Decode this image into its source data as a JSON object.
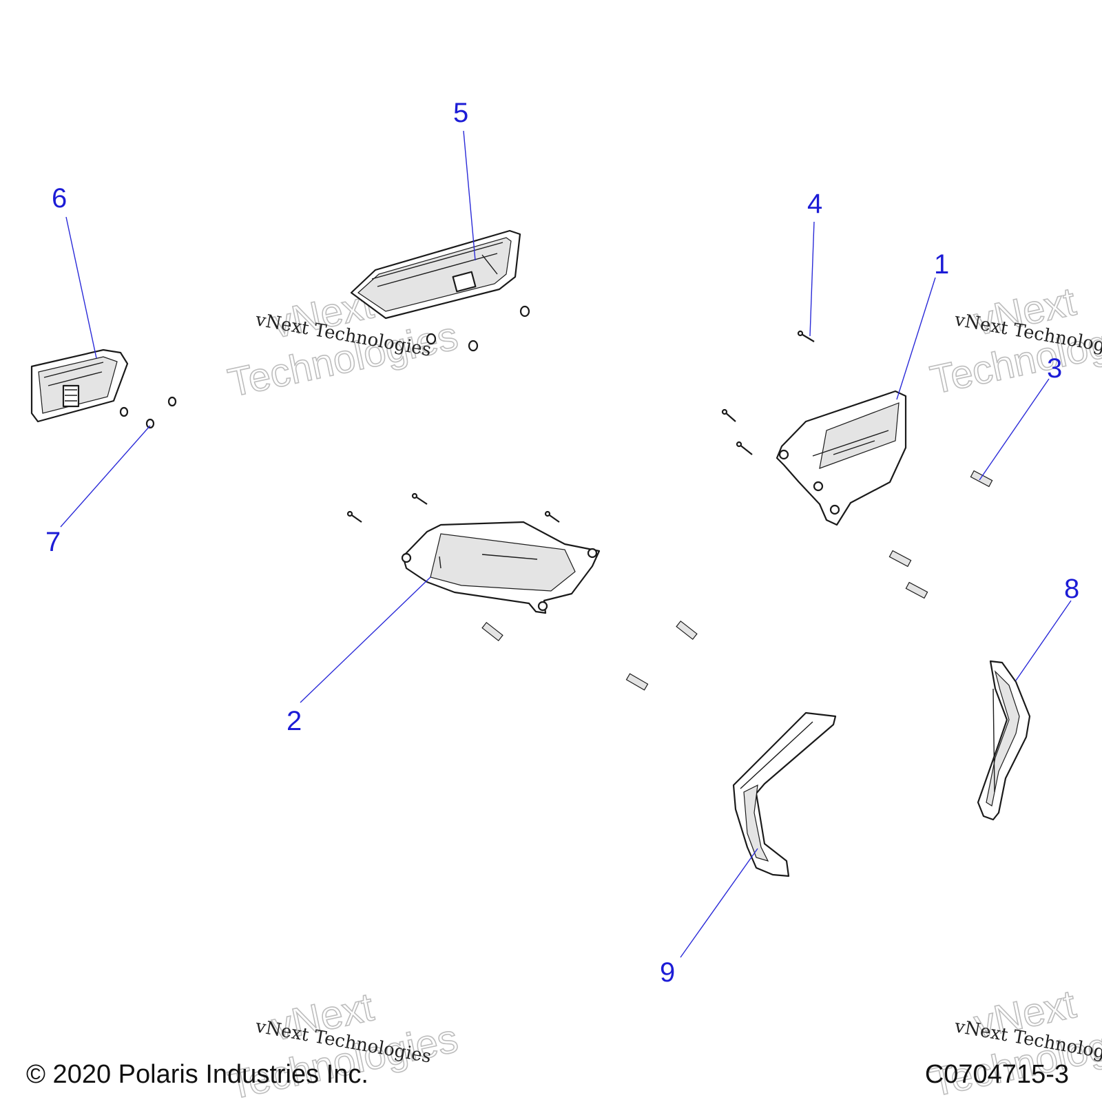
{
  "callouts": {
    "c1": "1",
    "c2": "2",
    "c3": "3",
    "c4": "4",
    "c5": "5",
    "c6": "6",
    "c7": "7",
    "c8": "8",
    "c9": "9"
  },
  "watermark": {
    "line1": "vNext",
    "line2": "Technologies",
    "small": "vNext Technologies"
  },
  "footer": {
    "copyright": "© 2020 Polaris Industries Inc.",
    "drawing_id": "C0704715-3"
  },
  "colors": {
    "callout": "#1c1cd6",
    "line": "#1a1a1a"
  }
}
